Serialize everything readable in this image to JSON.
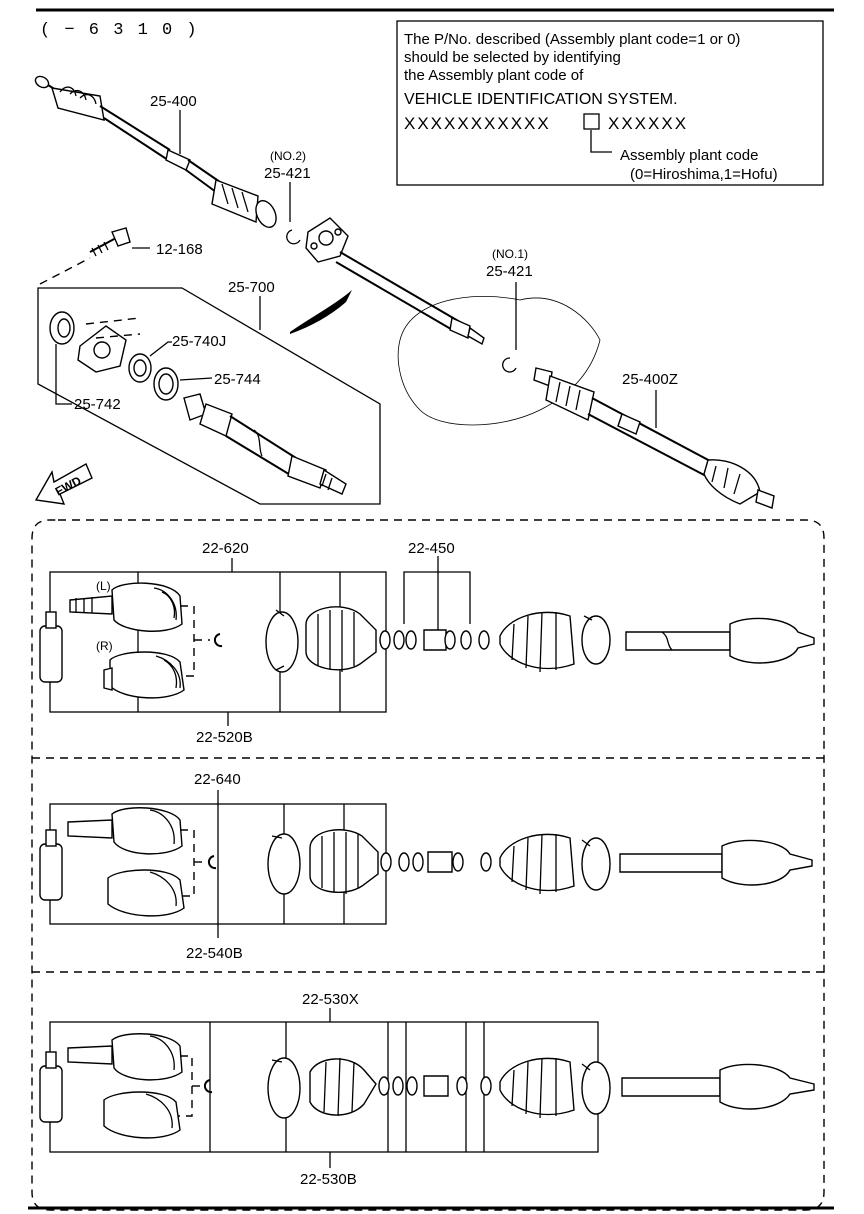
{
  "header": {
    "range_code": "( − 6 3 1 0 )"
  },
  "note": {
    "line1": "The P/No. described (Assembly plant code=1 or 0)",
    "line2": "should be selected by identifying",
    "line3": "the Assembly plant code of",
    "line4": "VEHICLE IDENTIFICATION SYSTEM.",
    "vin_left": "XXXXXXXXXXX",
    "vin_right": "XXXXXX",
    "plant_label": "Assembly plant code",
    "plant_values": "(0=Hiroshima,1=Hofu)"
  },
  "labels": {
    "p25400": "25-400",
    "p25421a_no": "(NO.2)",
    "p25421a": "25-421",
    "p12168": "12-168",
    "p25700": "25-700",
    "p25740j": "25-740J",
    "p25744": "25-744",
    "p25742": "25-742",
    "p25421b_no": "(NO.1)",
    "p25421b": "25-421",
    "p25400z": "25-400Z",
    "fwd": "FWD",
    "p22620": "22-620",
    "p22450": "22-450",
    "p22520b": "22-520B",
    "l_mark": "(L)",
    "r_mark": "(R)",
    "p22640": "22-640",
    "p22540b": "22-540B",
    "p22530x": "22-530X",
    "p22530b": "22-530B"
  }
}
